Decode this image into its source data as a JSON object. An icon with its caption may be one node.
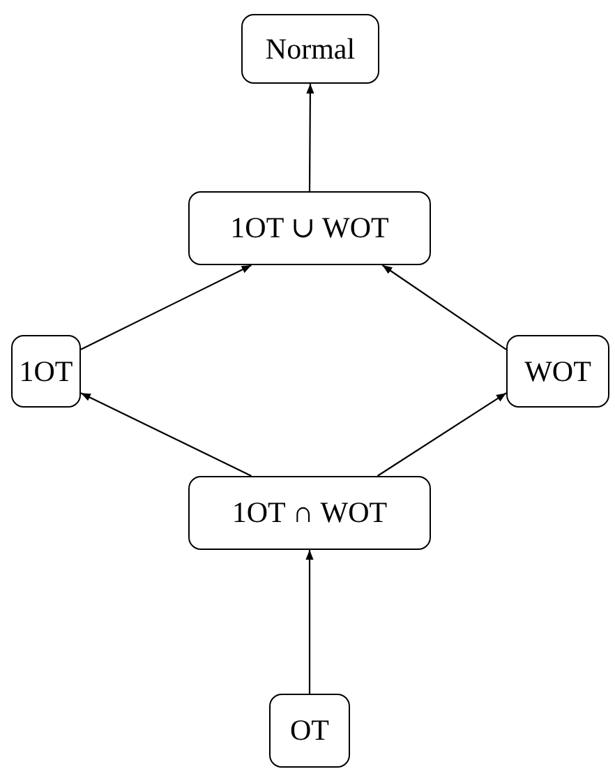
{
  "diagram": {
    "nodes": [
      {
        "text": [
          "Normal"
        ]
      },
      {
        "text": [
          "1OT ∪ WOT"
        ]
      },
      {
        "text": [
          "1OT"
        ]
      },
      {
        "text": [
          "WOT"
        ]
      },
      {
        "text": [
          "1OT ∩ WOT"
        ]
      },
      {
        "text": [
          "OT"
        ]
      }
    ],
    "edges": [
      {
        "from": 1,
        "to": 0,
        "arrow": "to"
      },
      {
        "from": 2,
        "to": 1,
        "arrow": "to"
      },
      {
        "from": 3,
        "to": 1,
        "arrow": "to"
      },
      {
        "from": 4,
        "to": 2,
        "arrow": "to"
      },
      {
        "from": 4,
        "to": 3,
        "arrow": "to"
      },
      {
        "from": 5,
        "to": 4,
        "arrow": "to"
      }
    ]
  }
}
